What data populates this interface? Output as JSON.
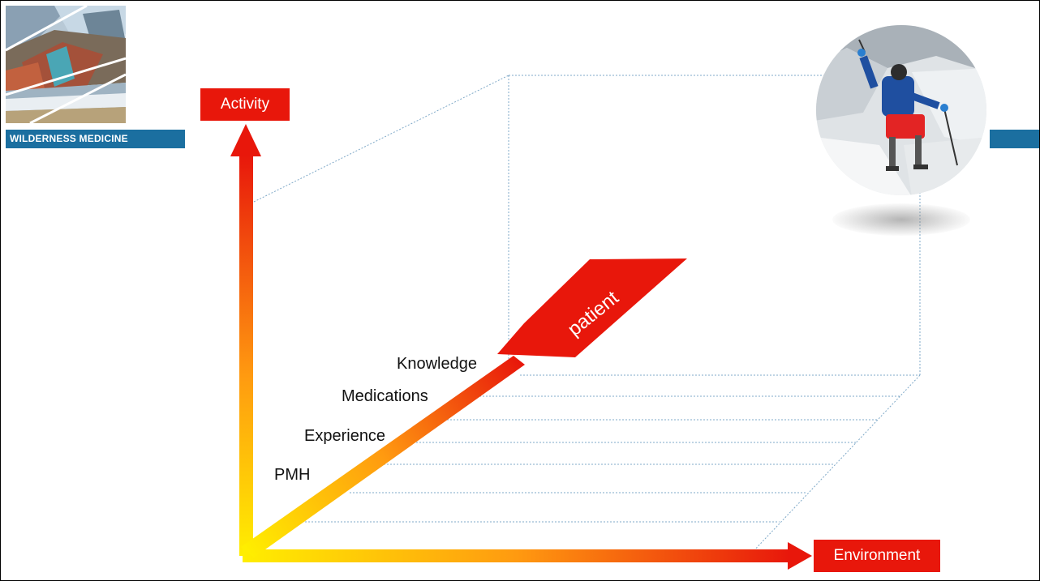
{
  "header": {
    "band_title": "WILDERNESS MEDICINE"
  },
  "axes": {
    "vertical_label": "Activity",
    "horizontal_label": "Environment",
    "diagonal_label": "patient"
  },
  "patient_factors": [
    "PMH",
    "Experience",
    "Medications",
    "Knowledge"
  ],
  "colors": {
    "accent_red": "#e8170b",
    "gradient_start_yellow": "#ffee00",
    "band_blue": "#1b6fa0",
    "guide_line_blue": "#7fa9c8"
  },
  "images": {
    "logo": "wilderness-landscape-collage",
    "photo": "amputee-climber-on-snow-photo"
  }
}
